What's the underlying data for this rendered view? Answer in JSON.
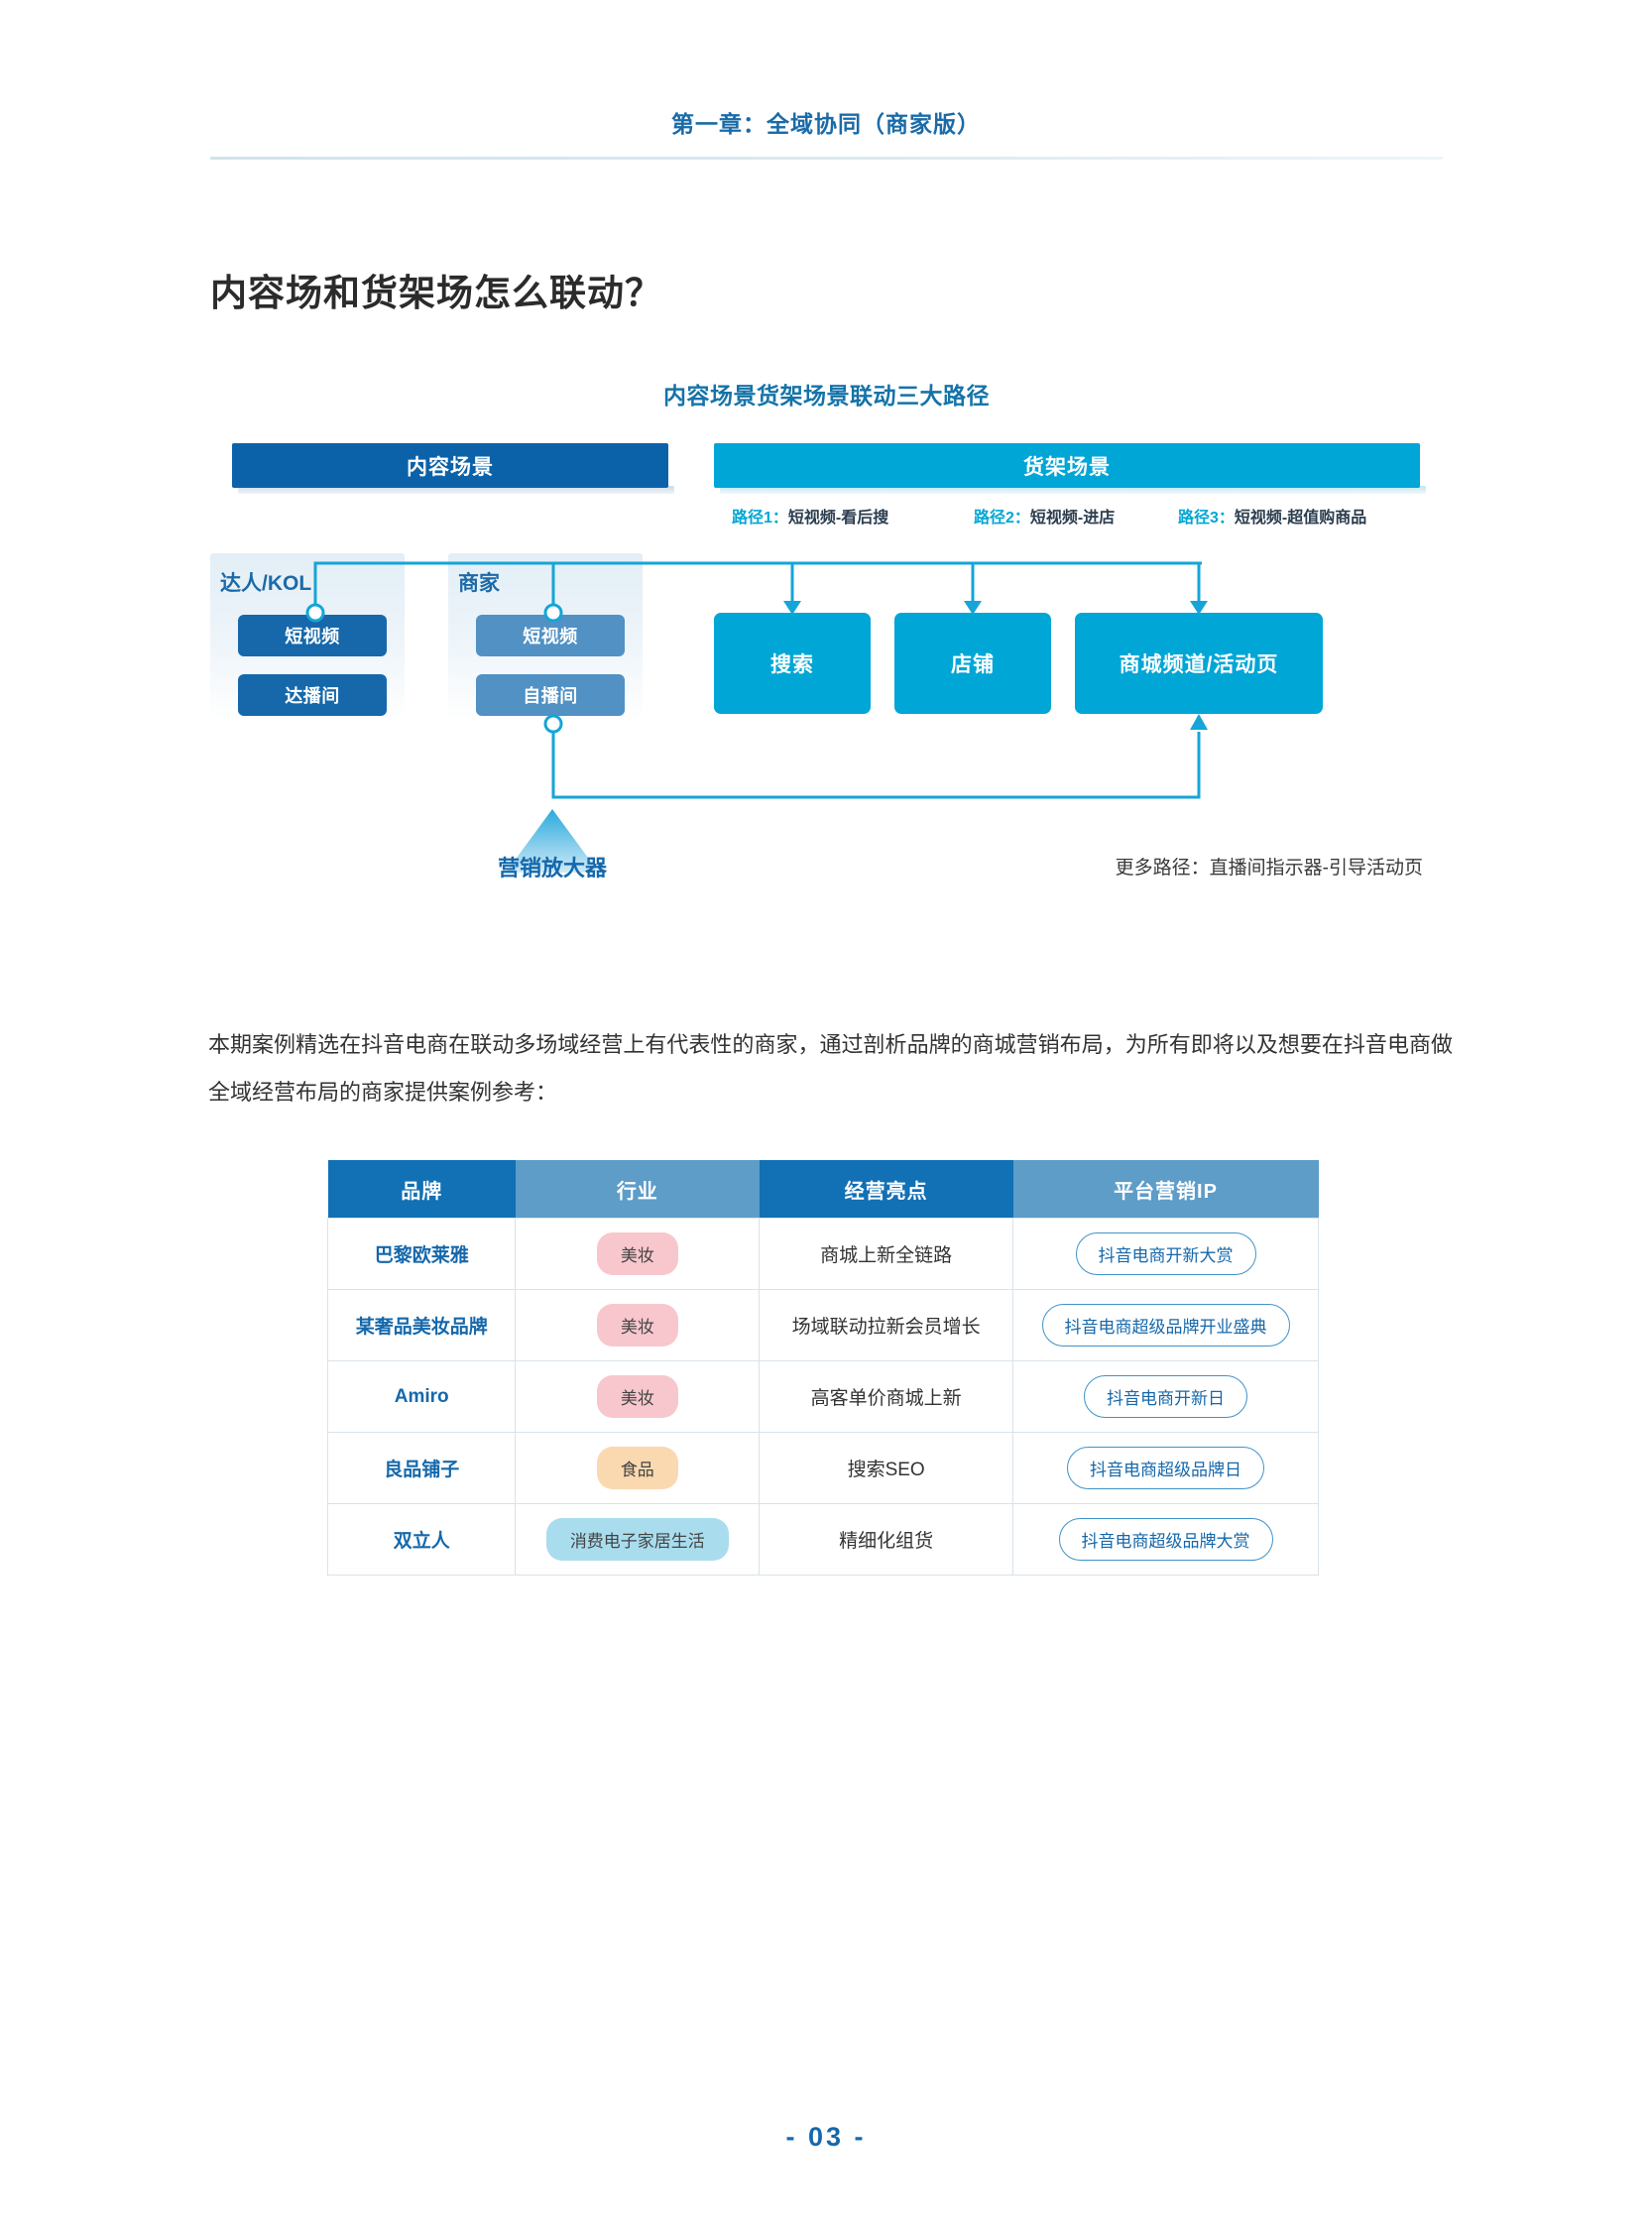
{
  "header": {
    "running_head": "第一章：全域协同（商家版）"
  },
  "section": {
    "title": "内容场和货架场怎么联动？"
  },
  "diagram": {
    "title": "内容场景货架场景联动三大路径",
    "bars": {
      "content": "内容场景",
      "shelf": "货架场景"
    },
    "paths": [
      {
        "key": "路径1：",
        "value": "短视频-看后搜"
      },
      {
        "key": "路径2：",
        "value": "短视频-进店"
      },
      {
        "key": "路径3：",
        "value": "短视频-超值购商品"
      }
    ],
    "groups": [
      {
        "label": "达人/KOL",
        "items": [
          "短视频",
          "达播间"
        ]
      },
      {
        "label": "商家",
        "items": [
          "短视频",
          "自播间"
        ]
      }
    ],
    "destinations": [
      "搜索",
      "店铺",
      "商城频道/活动页"
    ],
    "amplifier_label": "营销放大器",
    "more_paths": "更多路径：直播间指示器-引导活动页",
    "colors": {
      "dark_blue": "#0C62A8",
      "cyan": "#00A6D6",
      "chip_dark": "#1668AB",
      "chip_light": "#5191C4"
    }
  },
  "body": {
    "paragraph": "本期案例精选在抖音电商在联动多场域经营上有代表性的商家，通过剖析品牌的商城营销布局，为所有即将以及想要在抖音电商做全域经营布局的商家提供案例参考："
  },
  "table": {
    "headers": [
      "品牌",
      "行业",
      "经营亮点",
      "平台营销IP"
    ],
    "rows": [
      {
        "brand": "巴黎欧莱雅",
        "industry": "美妆",
        "industry_type": "beauty",
        "highlight": "商城上新全链路",
        "ip": "抖音电商开新大赏"
      },
      {
        "brand": "某奢品美妆品牌",
        "industry": "美妆",
        "industry_type": "beauty",
        "highlight": "场域联动拉新会员增长",
        "ip": "抖音电商超级品牌开业盛典"
      },
      {
        "brand": "Amiro",
        "industry": "美妆",
        "industry_type": "beauty",
        "highlight": "高客单价商城上新",
        "ip": "抖音电商开新日"
      },
      {
        "brand": "良品铺子",
        "industry": "食品",
        "industry_type": "food",
        "highlight": "搜索SEO",
        "ip": "抖音电商超级品牌日"
      },
      {
        "brand": "双立人",
        "industry": "消费电子家居生活",
        "industry_type": "elec",
        "highlight": "精细化组货",
        "ip": "抖音电商超级品牌大赏"
      }
    ]
  },
  "footer": {
    "page_number": "- 03 -"
  }
}
